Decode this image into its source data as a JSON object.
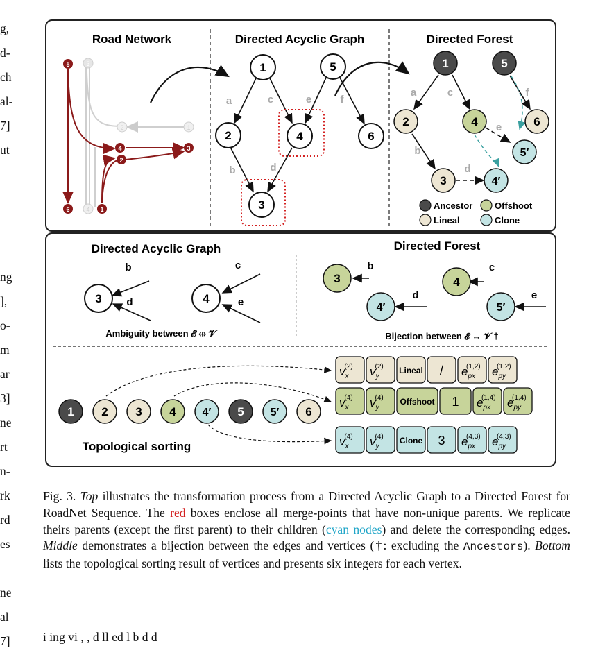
{
  "left_column_fragments": [
    "g,",
    "d-",
    "ch",
    "al-",
    "7]",
    "ut",
    "ng",
    "],",
    "o-",
    "m",
    "ar",
    "3]",
    "ne",
    "rt",
    "n-",
    "rk",
    "rd",
    "es",
    "ne",
    "al",
    "7]"
  ],
  "top_panel": {
    "road_network_title": "Road  Network",
    "dag_title": "Directed Acyclic Graph",
    "forest_title": "Directed Forest",
    "road_nodes": [
      "5",
      "3",
      "2",
      "1",
      "4",
      "2",
      "3",
      "6",
      "4",
      "1"
    ],
    "dag_nodes": [
      "1",
      "5",
      "2",
      "4",
      "6",
      "3"
    ],
    "dag_edges": [
      "a",
      "c",
      "e",
      "f",
      "b",
      "d"
    ],
    "forest_nodes": [
      "1",
      "5",
      "2",
      "4",
      "6",
      "5′",
      "3",
      "4′"
    ],
    "forest_edges": [
      "a",
      "c",
      "f",
      "e",
      "b",
      "d"
    ],
    "legend": [
      "Ancestor",
      "Offshoot",
      "Lineal",
      "Clone"
    ]
  },
  "bottom_panel": {
    "dag_title": "Directed Acyclic Graph",
    "forest_title": "Directed Forest",
    "dag_nodes": [
      "3",
      "4"
    ],
    "dag_edges": [
      "b",
      "d",
      "c",
      "e"
    ],
    "ambiguity_label": "Ambiguity between 𝓔 ⇹ 𝓥",
    "forest_nodes": [
      "3",
      "4",
      "4′",
      "5′"
    ],
    "forest_edges": [
      "b",
      "c",
      "d",
      "e"
    ],
    "bijection_label": "Bijection between 𝓔 ↔ 𝓥 †",
    "sequence": [
      "1",
      "2",
      "3",
      "4",
      "4′",
      "5",
      "5′",
      "6"
    ],
    "topo_label": "Topological sorting",
    "rows": [
      [
        "v",
        "v",
        "Lineal",
        "/",
        "e",
        "e"
      ],
      [
        "v",
        "v",
        "Offshoot",
        "1",
        "e",
        "e"
      ],
      [
        "v",
        "v",
        "Clone",
        "3",
        "e",
        "e"
      ]
    ],
    "row_subs": [
      [
        "x",
        "y",
        "",
        "",
        "px",
        "py"
      ],
      [
        "x",
        "y",
        "",
        "",
        "px",
        "py"
      ],
      [
        "x",
        "y",
        "",
        "",
        "px",
        "py"
      ]
    ],
    "row_sups": [
      [
        "(2)",
        "(2)",
        "",
        "",
        "(1,2)",
        "(1,2)"
      ],
      [
        "(4)",
        "(4)",
        "",
        "",
        "(1,4)",
        "(1,4)"
      ],
      [
        "(4)",
        "(4)",
        "",
        "",
        "(4,3)",
        "(4,3)"
      ]
    ]
  },
  "caption": {
    "prefix": "Fig. 3.  ",
    "top_word": "Top",
    "p1": " illustrates the transformation process from a Directed Acyclic Graph to a Directed Forest for RoadNet Sequence. The ",
    "red_word": "red",
    "p2": " boxes enclose all merge-points that have non-unique parents. We replicate theirs parents (except the first parent) to their children (",
    "cyan_words": "cyan nodes",
    "p3": ") and delete the corresponding edges. ",
    "middle_word": "Middle",
    "p4": " demonstrates a bijection between the edges and vertices (†: excluding the ",
    "mono_word": "Ancestors",
    "p5": "). ",
    "bottom_word": "Bottom",
    "p6": " lists the topological sorting result of vertices and presents six integers for each vertex."
  },
  "bottom_text": "i           ing           vi           ,           ,        d        ll           ed           l        b         d           d",
  "colors": {
    "ancestor": "#4a4a4a",
    "offshoot": "#c7d49a",
    "lineal": "#ede6d3",
    "clone": "#c3e4e4",
    "road_red": "#8b1a1a",
    "merge_box": "#d32020"
  }
}
